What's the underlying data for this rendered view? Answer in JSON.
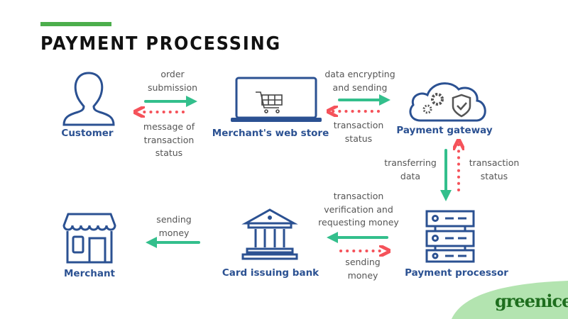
{
  "title": "PAYMENT PROCESSING",
  "nodes": {
    "customer": "Customer",
    "web_store": "Merchant's web store",
    "gateway": "Payment gateway",
    "processor": "Payment processor",
    "bank": "Card issuing bank",
    "merchant": "Merchant"
  },
  "notes": {
    "order": [
      "order",
      "submission"
    ],
    "message": [
      "message of",
      "transaction",
      "status"
    ],
    "encrypt": [
      "data encrypting",
      "and sending"
    ],
    "status1": [
      "transaction",
      "status"
    ],
    "transfer": [
      "transferring",
      "data"
    ],
    "status2": [
      "transaction",
      "status"
    ],
    "verify": [
      "transaction",
      "verification and",
      "requesting money"
    ],
    "send1": [
      "sending",
      "money"
    ],
    "send2": [
      "sending",
      "money"
    ]
  },
  "logo": "greenice",
  "colors": {
    "blue": "#2b5192",
    "green": "#33bf8c",
    "red": "#f5525a",
    "accent": "#4cae4c"
  }
}
